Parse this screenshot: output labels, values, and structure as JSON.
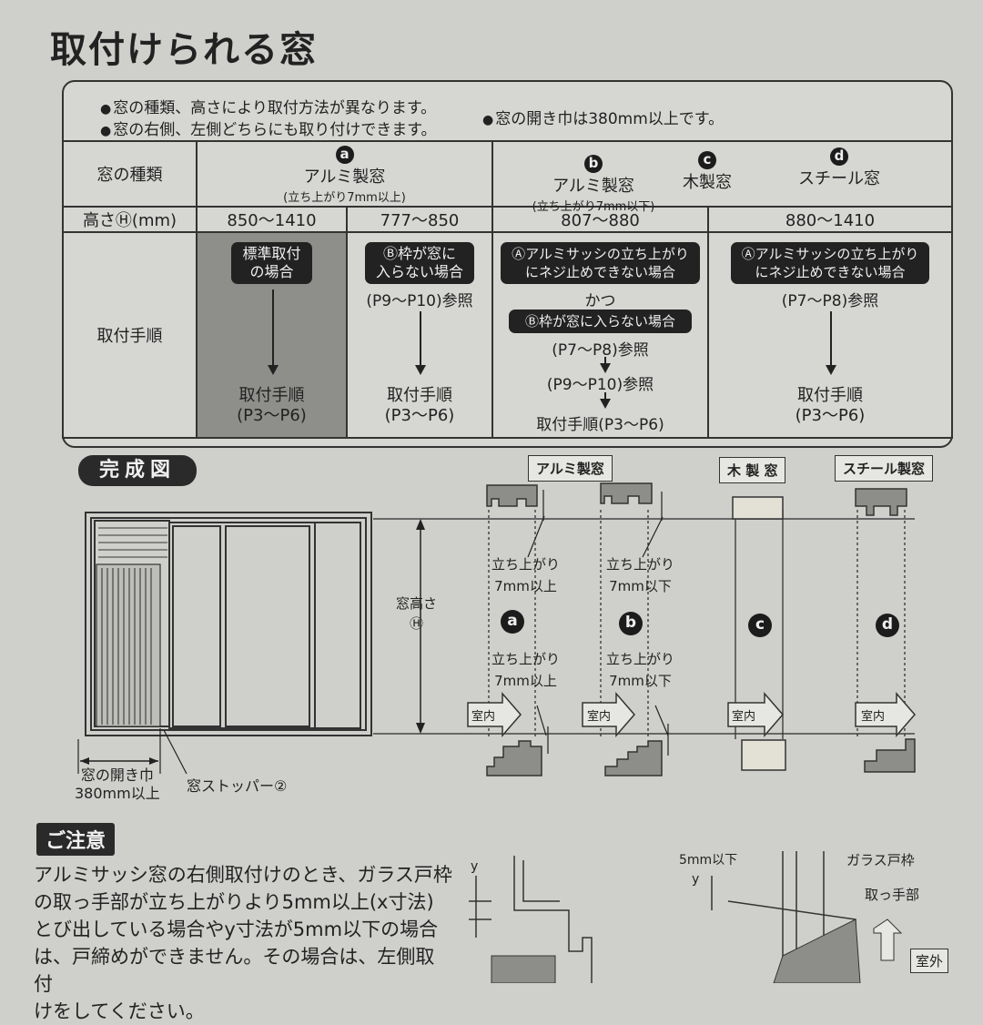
{
  "title": "取付けられる窓",
  "notes": {
    "n1": "窓の種類、高さにより取付方法が異なります。",
    "n2": "窓の右側、左側どちらにも取り付けできます。",
    "n3": "窓の開き巾は380mm以上です。"
  },
  "table": {
    "row_type_label": "窓の種類",
    "row_height_label": "高さⒽ(mm)",
    "row_proc_label": "取付手順",
    "a_letter": "a",
    "a_name": "アルミ製窓",
    "a_sub": "(立ち上がり7mm以上)",
    "b_letter": "b",
    "b_name": "アルミ製窓",
    "b_sub": "(立ち上がり7mm以下)",
    "c_letter": "c",
    "c_name": "木製窓",
    "d_letter": "d",
    "d_name": "スチール窓",
    "h1": "850～1410",
    "h2": "777～850",
    "h3": "807～880",
    "h4": "880～1410",
    "p1_pill_l1": "標準取付",
    "p1_pill_l2": "の場合",
    "p1_end_l1": "取付手順",
    "p1_end_l2": "(P3～P6)",
    "p2_pill_l1": "Ⓑ枠が窓に",
    "p2_pill_l2": "入らない場合",
    "p2_ref": "(P9～P10)参照",
    "p2_end_l1": "取付手順",
    "p2_end_l2": "(P3～P6)",
    "p3_pill1_l1": "Ⓐアルミサッシの立ち上がり",
    "p3_pill1_l2": "にネジ止めできない場合",
    "p3_and": "かつ",
    "p3_pill2": "Ⓑ枠が窓に入らない場合",
    "p3_ref1": "(P7～P8)参照",
    "p3_ref2": "(P9～P10)参照",
    "p3_end": "取付手順(P3～P6)",
    "p4_pill_l1": "Ⓐアルミサッシの立ち上がり",
    "p4_pill_l2": "にネジ止めできない場合",
    "p4_ref": "(P7～P8)参照",
    "p4_end_l1": "取付手順",
    "p4_end_l2": "(P3～P6)"
  },
  "figure": {
    "section_label": "完成図",
    "label_alu": "アルミ製窓",
    "label_wood": "木 製 窓",
    "label_steel": "スチール製窓",
    "window_height_l1": "窓高さ",
    "window_height_l2": "Ⓗ",
    "rise_up_l1": "立ち上がり",
    "rise_up_l2": "7mm以上",
    "rise_down_l1": "立ち上がり",
    "rise_down_l2": "7mm以下",
    "indoor": "室内",
    "circle_a": "a",
    "circle_b": "b",
    "circle_c": "c",
    "circle_d": "d",
    "open_width_l1": "窓の開き巾",
    "open_width_l2": "380mm以上",
    "stopper": "窓ストッパー②"
  },
  "caution": {
    "title": "ご注意",
    "line1": "アルミサッシ窓の右側取付けのとき、ガラス戸枠",
    "line2": "の取っ手部が立ち上がりより5mm以上(x寸法)",
    "line3": "とび出している場合やy寸法が5mm以下の場合",
    "line4": "は、戸締めができません。その場合は、左側取付",
    "line5": "けをしてください。",
    "y_label": "y",
    "y_label2": "y",
    "five_mm": "5mm以下",
    "glass_frame": "ガラス戸枠",
    "handle": "取っ手部",
    "outdoor": "室外"
  }
}
